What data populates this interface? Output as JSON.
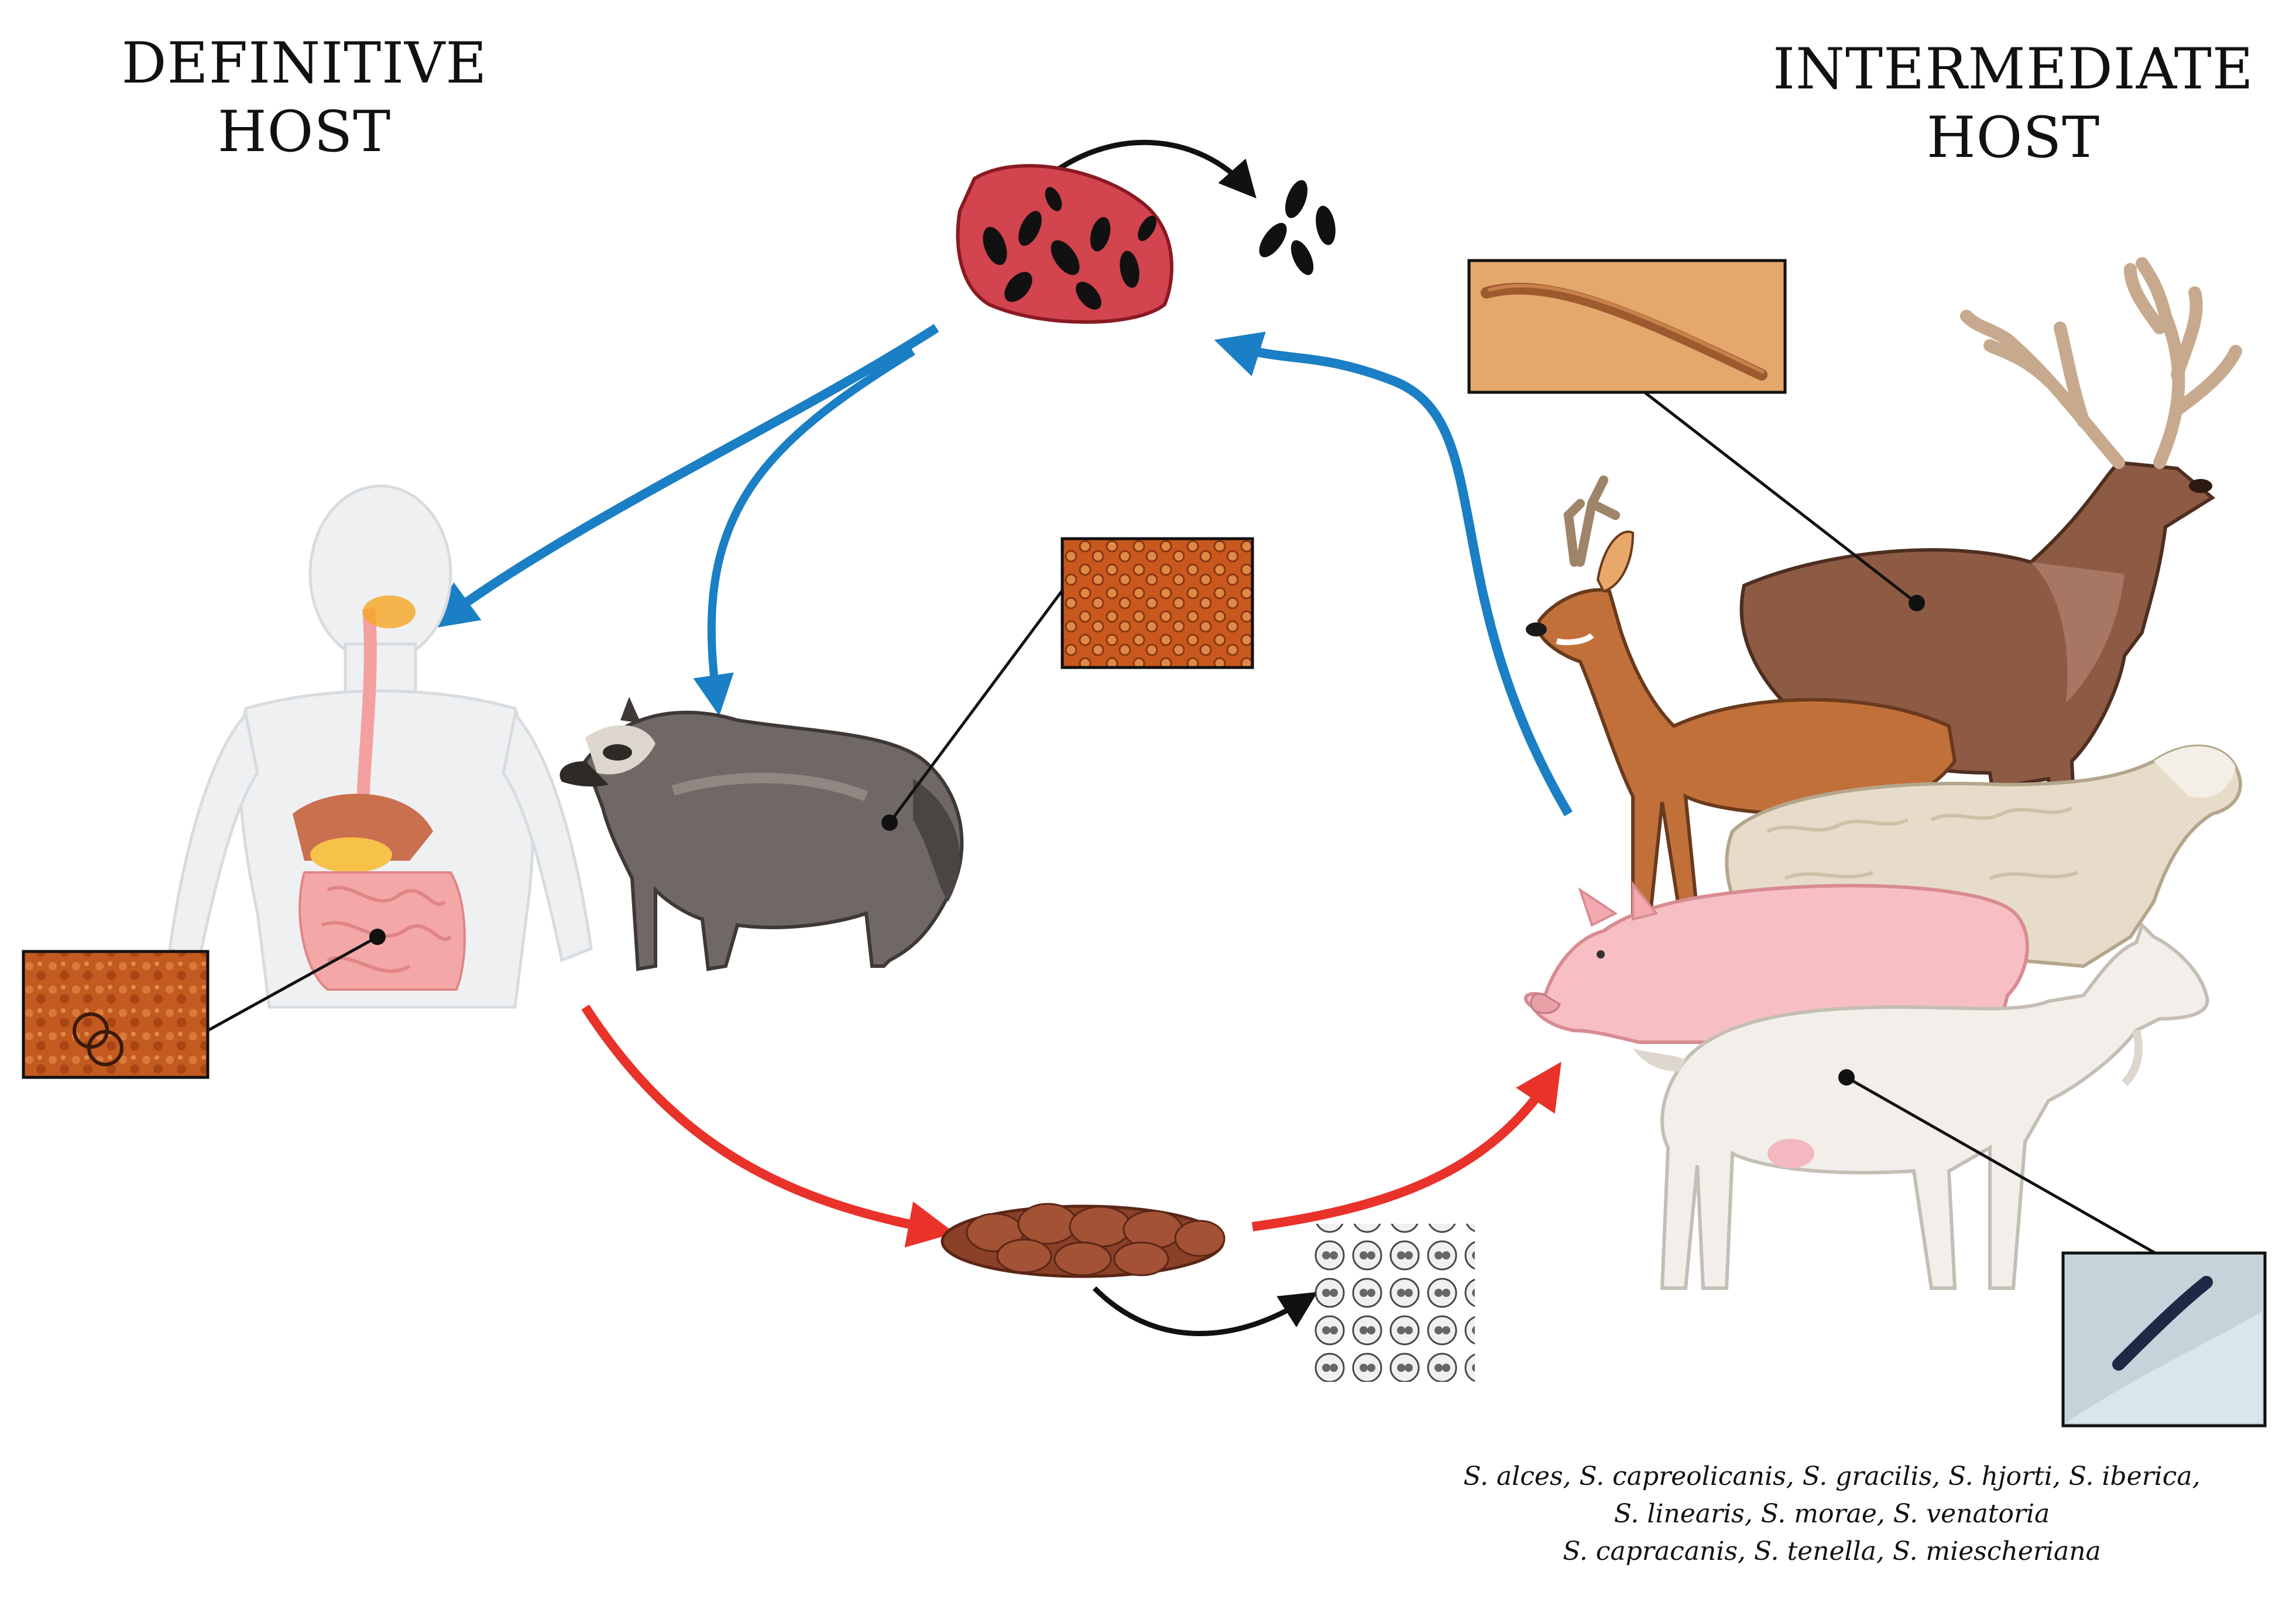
{
  "titles": {
    "definitive_line1": "DEFINITIVE",
    "definitive_line2": "HOST",
    "intermediate_line1": "INTERMEDIATE",
    "intermediate_line2": "HOST"
  },
  "species": {
    "line1": "S. alces, S. capreolicanis, S. gracilis, S. hjorti, S. iberica,",
    "line2": "S. linearis, S. morae, S. venatoria",
    "line3": "S. capracanis, S. tenella, S. miescheriana"
  },
  "colors": {
    "blue_arrow": "#1a7fc4",
    "red_arrow": "#e8322a",
    "black_arrow": "#111111",
    "micrograph_orange": "#c8581e"
  },
  "icons": [
    "human-digestive-icon",
    "raccoon-dog-icon",
    "muscle-cyst-icon",
    "bradyzoite-icon",
    "feces-icon",
    "oocyst-icon",
    "red-deer-icon",
    "roe-deer-icon",
    "sheep-icon",
    "pig-icon",
    "goat-icon"
  ]
}
